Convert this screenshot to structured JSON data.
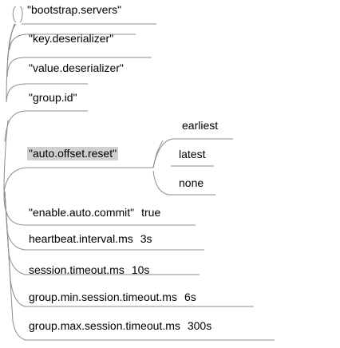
{
  "mindmap": {
    "root_marker": "( )",
    "branches": [
      {
        "label": "\"bootstrap.servers\""
      },
      {
        "label": "\"key.deserializer\""
      },
      {
        "label": "\"value.deserializer\""
      },
      {
        "label": "\"group.id\""
      },
      {
        "label": "\"auto.offset.reset\"",
        "highlighted": true,
        "children": [
          {
            "label": "earliest"
          },
          {
            "label": "latest"
          },
          {
            "label": "none"
          }
        ]
      },
      {
        "label": "\"enable.auto.commit\"",
        "value": "true"
      },
      {
        "label": "heartbeat.interval.ms",
        "value": "3s"
      },
      {
        "label": "session.timeout.ms",
        "value": "10s"
      },
      {
        "label": "group.min.session.timeout.ms",
        "value": "6s"
      },
      {
        "label": "group.max.session.timeout.ms",
        "value": "300s"
      }
    ]
  }
}
